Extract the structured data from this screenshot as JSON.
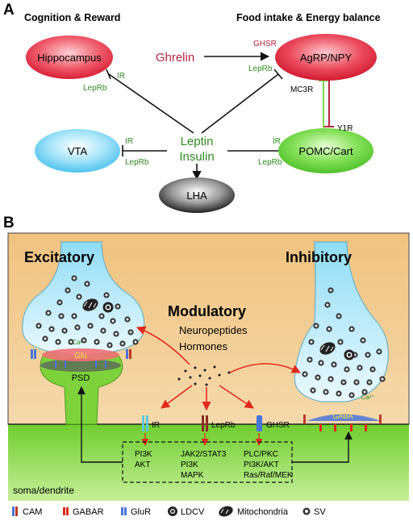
{
  "panel_a": {
    "letter": "A",
    "left_header": "Cognition & Reward",
    "right_header": "Food intake & Energy balance",
    "nodes": {
      "hippocampus": "Hippocampus",
      "vta": "VTA",
      "lha": "LHA",
      "agrp": "AgRP/NPY",
      "pomc": "POMC/Cart",
      "ghrelin": "Ghrelin",
      "leptin": "Leptin",
      "insulin": "Insulin"
    },
    "receptors": {
      "hippo_ir": "IR",
      "hippo_leprb": "LepRb",
      "vta_ir": "IR",
      "vta_leprb": "LepRb",
      "agrp_ghsr": "GHSR",
      "agrp_leprb": "LepRb",
      "pomc_ir": "IR",
      "pomc_leprb": "LepRb",
      "mc3r": "MC3R",
      "y1r": "Y1R"
    }
  },
  "panel_b": {
    "letter": "B",
    "excitatory": "Excitatory",
    "inhibitory": "Inhibitory",
    "modulatory": "Modulatory",
    "neuropeptides": "Neuropeptides",
    "hormones": "Hormones",
    "glu": "Glu",
    "psd": "PSD",
    "gaba": "GABA",
    "ca_left": "Ca²⁺",
    "ca_right": "Ca²⁺",
    "ir": "IR",
    "leprb": "LepRb",
    "ghsr": "GHSR",
    "pathway_ir": [
      "PI3K",
      "AKT"
    ],
    "pathway_leprb": [
      "JAK2/STAT3",
      "PI3K",
      "MAPK"
    ],
    "pathway_ghsr": [
      "PLC/PKC",
      "PI3K/AKT",
      "Ras/Raf/MEK"
    ],
    "soma": "soma/dendrite"
  },
  "legend": [
    {
      "key": "cam",
      "label": "CAM"
    },
    {
      "key": "gabar",
      "label": "GABAR"
    },
    {
      "key": "glur",
      "label": "GluR"
    },
    {
      "key": "ldcv",
      "label": "LDCV"
    },
    {
      "key": "mito",
      "label": "Mitochondria"
    },
    {
      "key": "sv",
      "label": "SV"
    }
  ],
  "colors": {
    "green_text": "#2e8b1f",
    "red_text": "#b5253b",
    "arrow_red": "#e0291b",
    "tan_bg": "#f1c98e",
    "green_bg": "#7ed23c",
    "terminal_blue": "#cfeefb"
  }
}
